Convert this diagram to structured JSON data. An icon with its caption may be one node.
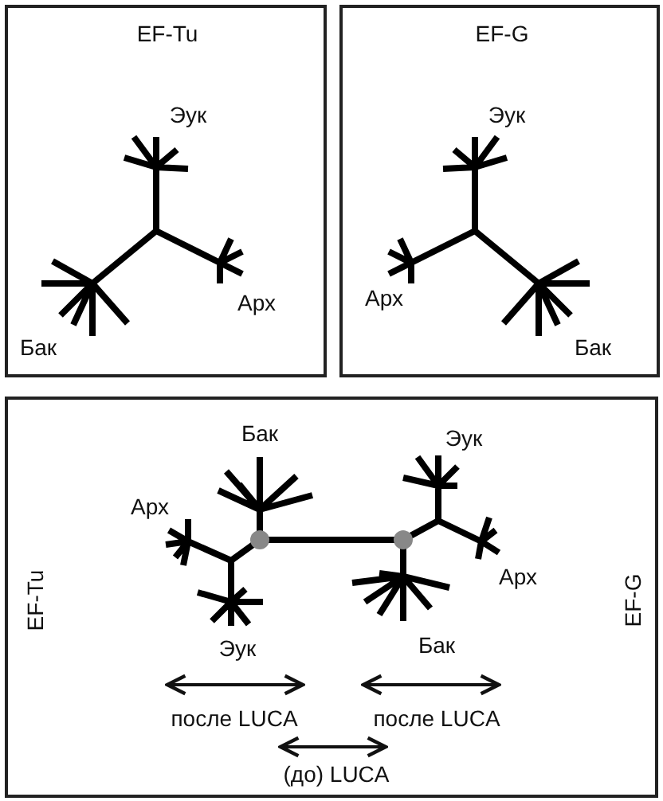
{
  "diagram": {
    "nodes": [
      {
        "text": [
          "EF-Tu"
        ]
      },
      {
        "text": [
          "EF-G"
        ]
      },
      {
        "text": [
          "EF-Tu",
          "EF-G"
        ]
      }
    ],
    "labels": [
      "Эук",
      "Бак",
      "Арх",
      "Эук",
      "Арх",
      "Бак",
      "Бак",
      "Арх",
      "Эук",
      "Эук",
      "Арх",
      "Бак",
      "после LUCA",
      "после LUCA",
      "(до) LUCA"
    ]
  }
}
